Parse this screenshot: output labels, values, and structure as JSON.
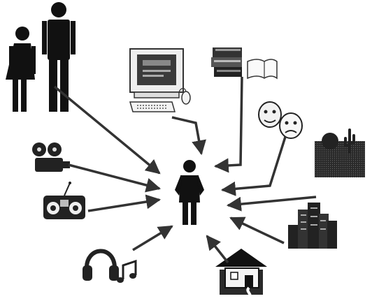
{
  "diagram": {
    "center": {
      "icon": "person-standing-icon"
    },
    "sources": [
      {
        "id": "parents",
        "icon": "man-woman-pair-icon"
      },
      {
        "id": "computer",
        "icon": "desktop-computer-icon"
      },
      {
        "id": "books",
        "icon": "books-icon"
      },
      {
        "id": "theater",
        "icon": "theater-masks-icon"
      },
      {
        "id": "film",
        "icon": "film-projector-icon"
      },
      {
        "id": "radio",
        "icon": "boombox-radio-icon"
      },
      {
        "id": "music",
        "icon": "headphones-music-icon"
      },
      {
        "id": "home",
        "icon": "house-icon"
      },
      {
        "id": "city",
        "icon": "city-skyline-icon"
      },
      {
        "id": "environment",
        "icon": "desert-landscape-icon"
      }
    ]
  }
}
